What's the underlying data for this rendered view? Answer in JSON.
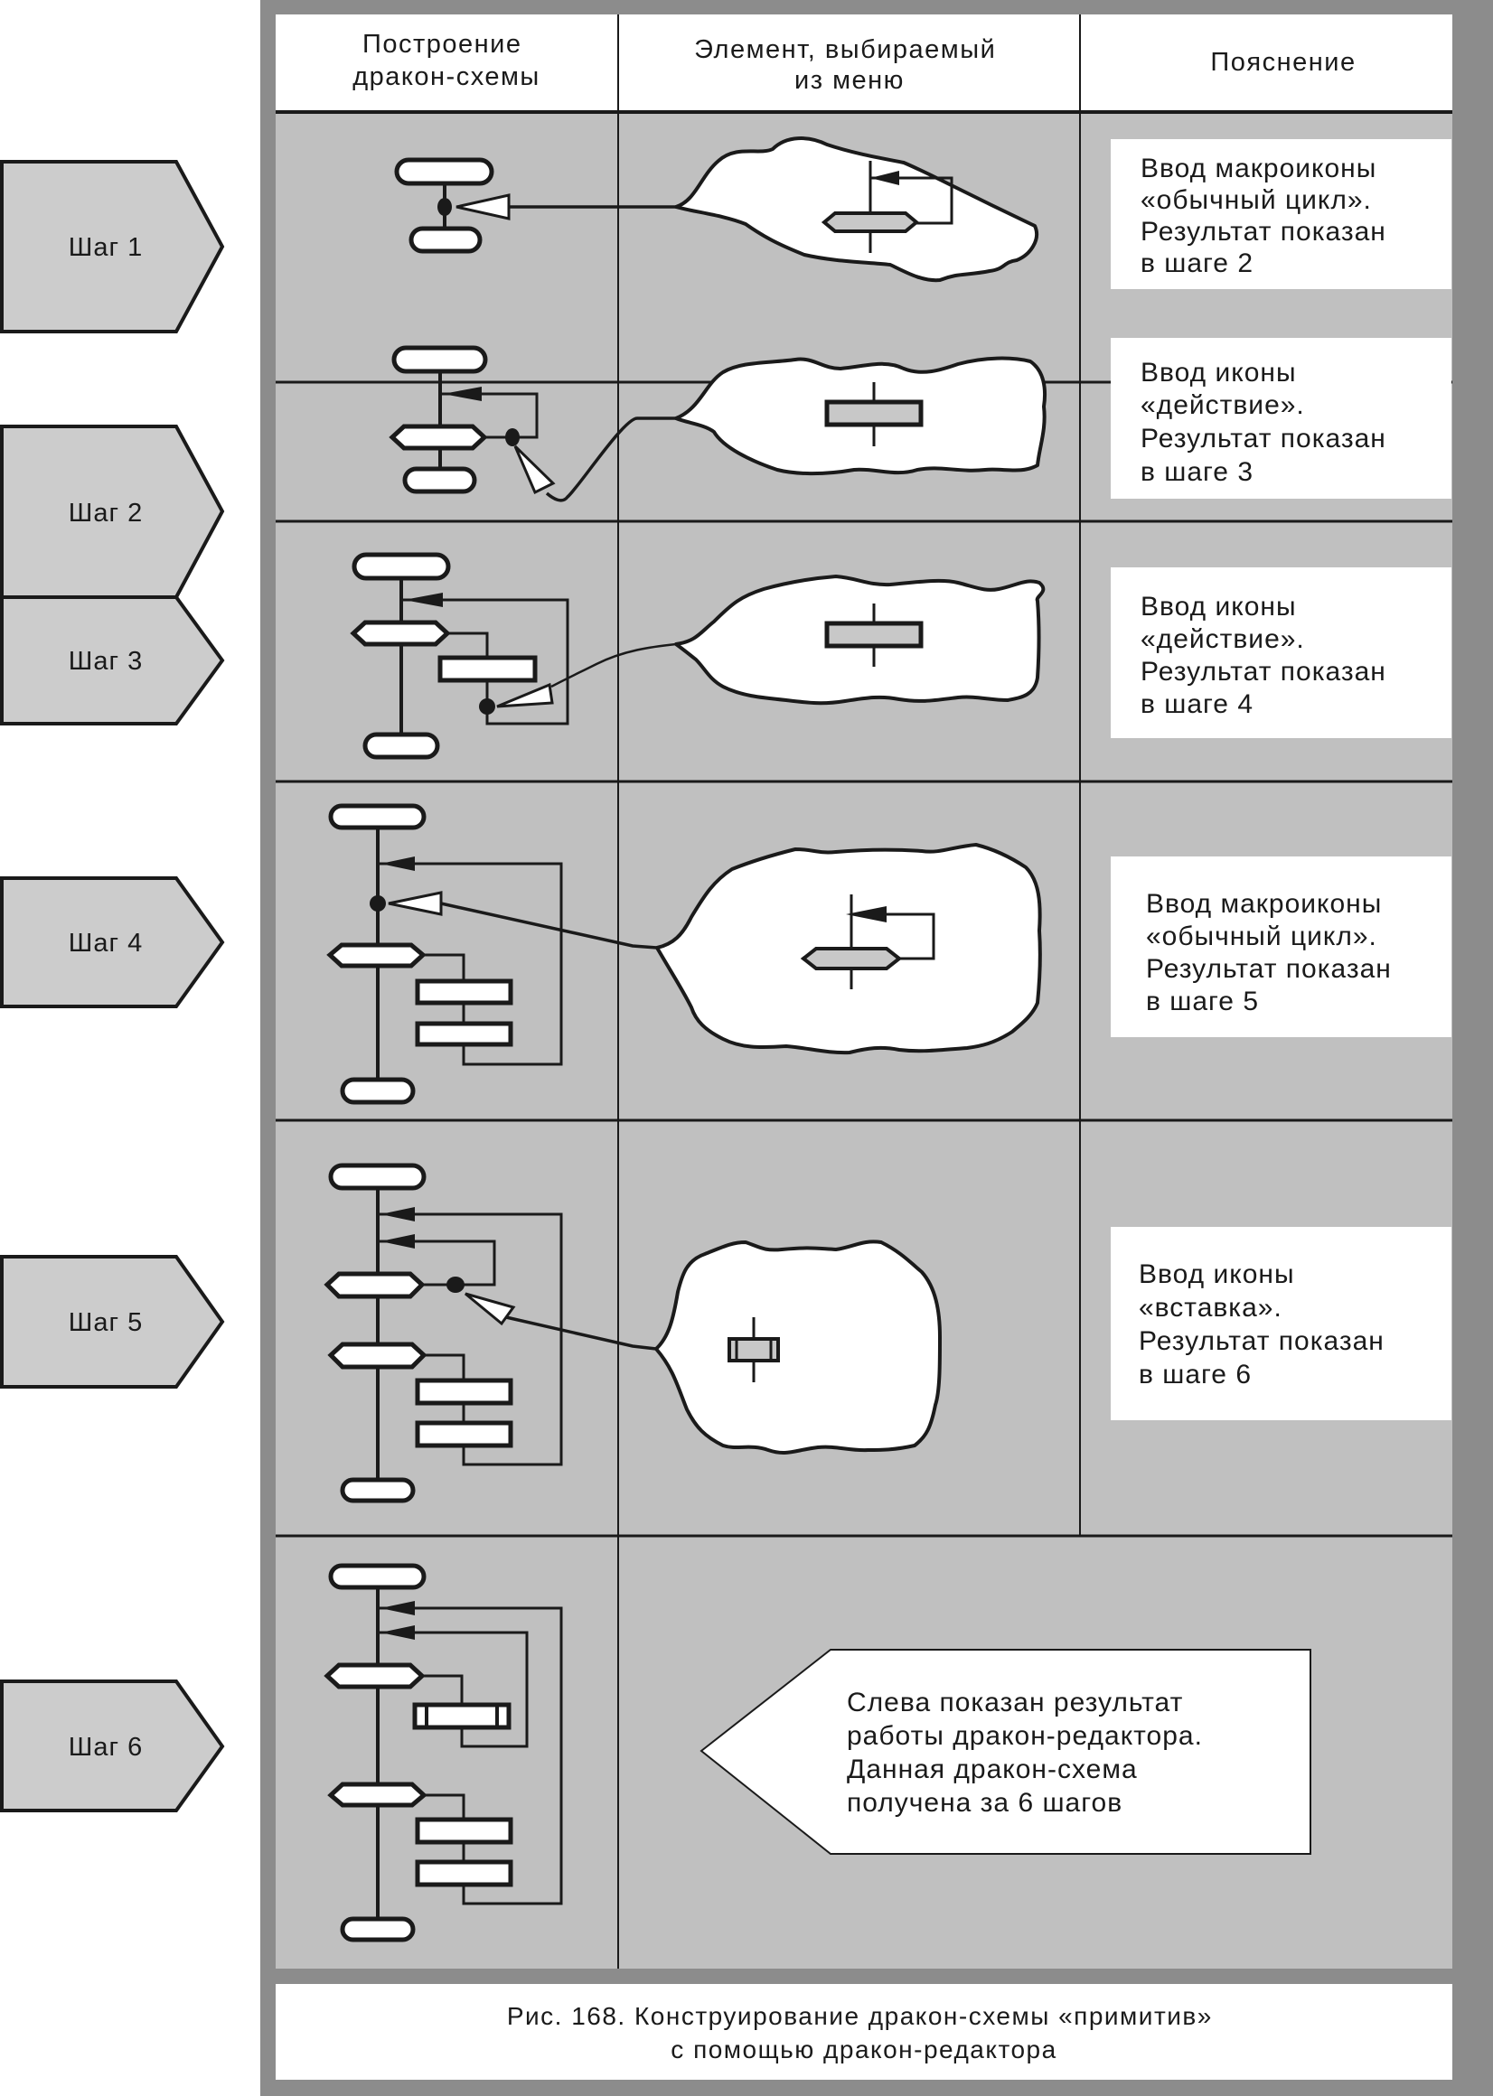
{
  "header": {
    "col1": [
      "Построение",
      "дракон-схемы"
    ],
    "col2": [
      "Элемент, выбираемый",
      "из меню"
    ],
    "col3": [
      "Пояснение"
    ]
  },
  "steps": [
    {
      "label": "Шаг 1",
      "explanation": [
        "Ввод макроиконы",
        "«обычный цикл».",
        "Результат показан",
        "в шаге 2"
      ],
      "menu_element": "macroicon-ordinary-loop"
    },
    {
      "label": "Шаг 2",
      "explanation": [
        "Ввод иконы",
        "«действие».",
        "Результат показан",
        "в шаге 3"
      ],
      "menu_element": "icon-action"
    },
    {
      "label": "Шаг 3",
      "explanation": [
        "Ввод иконы",
        "«действие».",
        "Результат показан",
        "в шаге 4"
      ],
      "menu_element": "icon-action"
    },
    {
      "label": "Шаг 4",
      "explanation": [
        "Ввод макроиконы",
        "«обычный цикл».",
        "Результат показан",
        "в шаге 5"
      ],
      "menu_element": "macroicon-ordinary-loop"
    },
    {
      "label": "Шаг 5",
      "explanation": [
        "Ввод иконы",
        "«вставка».",
        "Результат показан",
        "в шаге 6"
      ],
      "menu_element": "icon-insert"
    },
    {
      "label": "Шаг 6",
      "explanation": [
        "Слева показан результат",
        "работы дракон-редактора.",
        "Данная дракон-схема",
        "получена за 6 шагов"
      ],
      "menu_element": null
    }
  ],
  "caption": [
    "Рис. 168. Конструирование дракон-схемы «примитив»",
    "с помощью дракон-редактора"
  ],
  "colors": {
    "frame": "#8c8c8c",
    "cell": "#c0c0c0",
    "badge": "#cccccc",
    "line": "#1a1a1a",
    "white": "#ffffff"
  }
}
